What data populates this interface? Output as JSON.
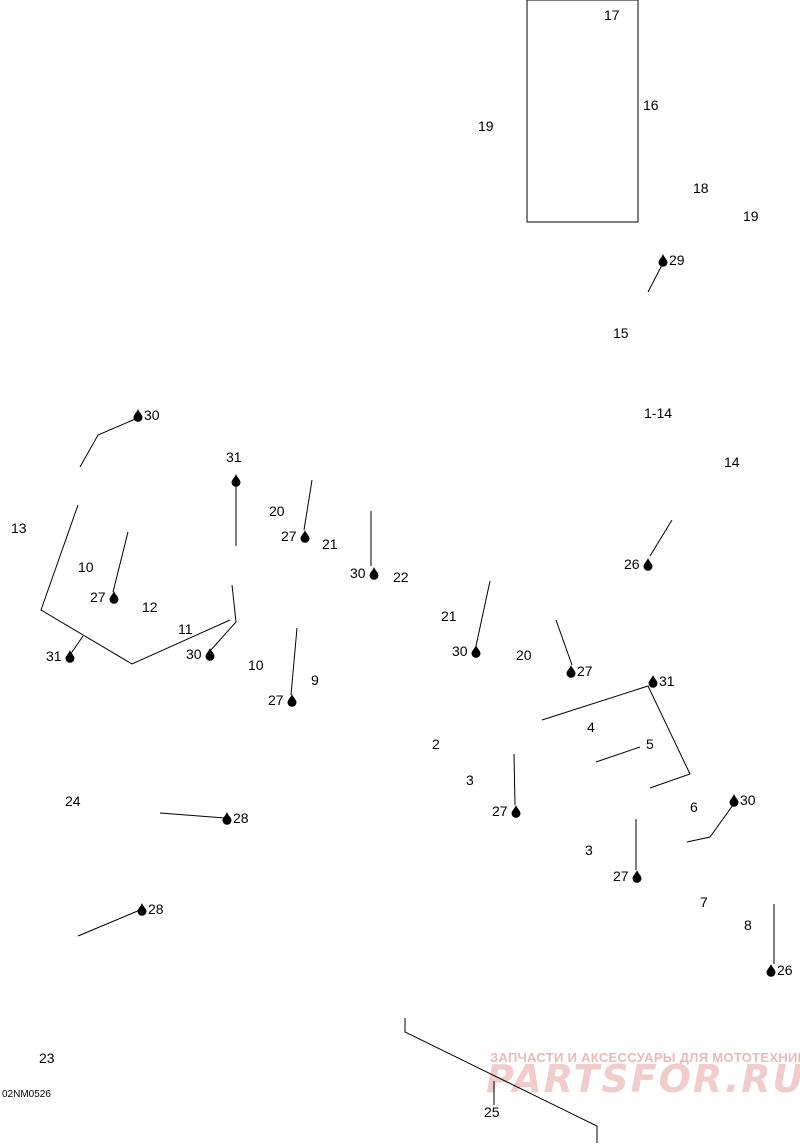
{
  "drawing_code": "02NM0526",
  "watermark": {
    "tagline": "ЗАПЧАСТИ И АКСЕССУАРЫ ДЛЯ МОТОТЕХНИКИ",
    "logo": "PARTSFOR.RU"
  },
  "callouts": [
    {
      "id": "c17",
      "text": "17"
    },
    {
      "id": "c16",
      "text": "16"
    },
    {
      "id": "c19a",
      "text": "19"
    },
    {
      "id": "c18",
      "text": "18"
    },
    {
      "id": "c19b",
      "text": "19"
    },
    {
      "id": "c29",
      "text": "29",
      "drop": true
    },
    {
      "id": "c15",
      "text": "15"
    },
    {
      "id": "c1-14",
      "text": "1-14"
    },
    {
      "id": "c14",
      "text": "14"
    },
    {
      "id": "c30a",
      "text": "30",
      "drop": true
    },
    {
      "id": "c31a",
      "text": "31",
      "drop": true
    },
    {
      "id": "c20a",
      "text": "20"
    },
    {
      "id": "c27a",
      "text": "27",
      "drop": true
    },
    {
      "id": "c21a",
      "text": "21"
    },
    {
      "id": "c13",
      "text": "13"
    },
    {
      "id": "c30b",
      "text": "30",
      "drop": true
    },
    {
      "id": "c22",
      "text": "22"
    },
    {
      "id": "c26a",
      "text": "26",
      "drop": true
    },
    {
      "id": "c10a",
      "text": "10"
    },
    {
      "id": "c27b",
      "text": "27",
      "drop": true
    },
    {
      "id": "c12",
      "text": "12"
    },
    {
      "id": "c21b",
      "text": "21"
    },
    {
      "id": "c11",
      "text": "11"
    },
    {
      "id": "c30c",
      "text": "30",
      "drop": true
    },
    {
      "id": "c31b",
      "text": "31",
      "drop": true
    },
    {
      "id": "c10b",
      "text": "10"
    },
    {
      "id": "c30d",
      "text": "30",
      "drop": true
    },
    {
      "id": "c20b",
      "text": "20"
    },
    {
      "id": "c27c",
      "text": "27",
      "drop": true
    },
    {
      "id": "c31c",
      "text": "31",
      "drop": true
    },
    {
      "id": "c9",
      "text": "9"
    },
    {
      "id": "c27d",
      "text": "27",
      "drop": true
    },
    {
      "id": "c4",
      "text": "4"
    },
    {
      "id": "c2",
      "text": "2"
    },
    {
      "id": "c5",
      "text": "5"
    },
    {
      "id": "c3a",
      "text": "3"
    },
    {
      "id": "c24",
      "text": "24"
    },
    {
      "id": "c6",
      "text": "6"
    },
    {
      "id": "c30e",
      "text": "30",
      "drop": true
    },
    {
      "id": "c27e",
      "text": "27",
      "drop": true
    },
    {
      "id": "c28a",
      "text": "28",
      "drop": true
    },
    {
      "id": "c3b",
      "text": "3"
    },
    {
      "id": "c27f",
      "text": "27",
      "drop": true
    },
    {
      "id": "c7",
      "text": "7"
    },
    {
      "id": "c28b",
      "text": "28",
      "drop": true
    },
    {
      "id": "c8",
      "text": "8"
    },
    {
      "id": "c26b",
      "text": "26",
      "drop": true
    },
    {
      "id": "c23",
      "text": "23"
    },
    {
      "id": "c25",
      "text": "25"
    }
  ]
}
